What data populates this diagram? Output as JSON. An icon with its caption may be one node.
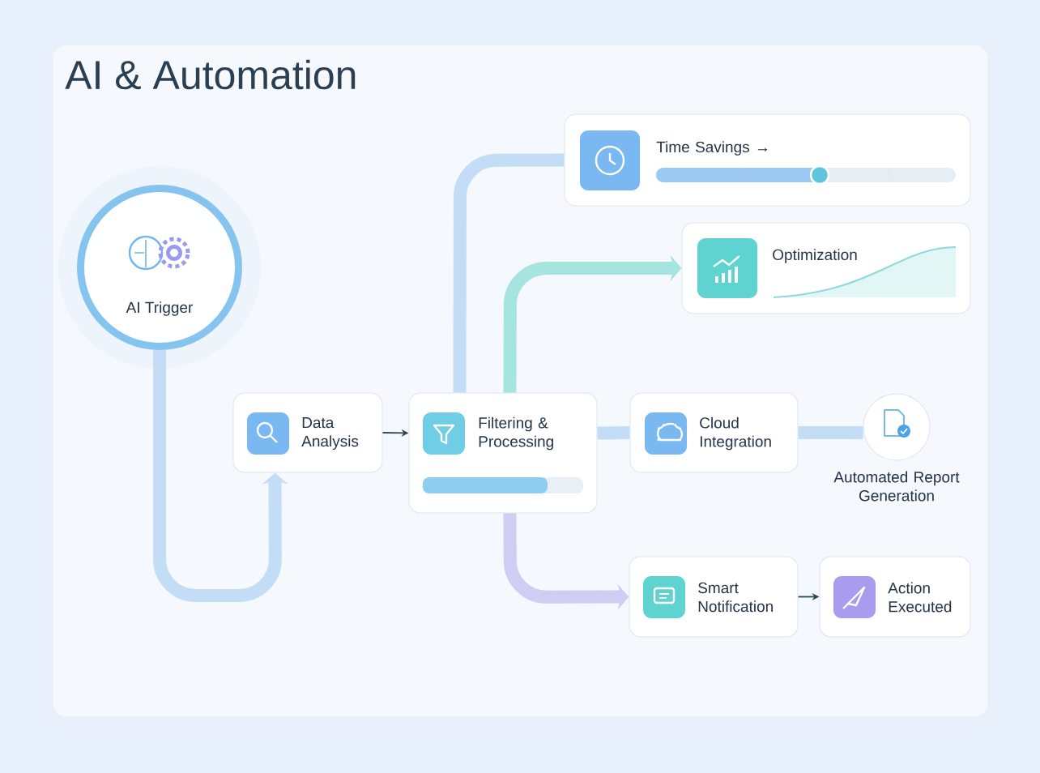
{
  "diagram": {
    "title": "AI & Automation",
    "nodes": [
      {
        "text": [
          "AI Trigger"
        ]
      },
      {
        "text": [
          "Data Analysis"
        ]
      },
      {
        "text": [
          "Filtering & Processing"
        ]
      },
      {
        "text": [
          "Time Savings →"
        ]
      },
      {
        "text": [
          "Optimization"
        ]
      },
      {
        "text": [
          "Cloud Integration"
        ]
      },
      {
        "text": [
          "Automated Report Generation"
        ]
      },
      {
        "text": [
          "Smart Notification"
        ]
      },
      {
        "text": [
          "Action Executed"
        ]
      }
    ],
    "edges": [
      {
        "from": 0,
        "to": 1,
        "arrow": "to"
      },
      {
        "from": 1,
        "to": 2,
        "arrow": "to",
        "color": "#2f4858"
      },
      {
        "from": 2,
        "to": 3,
        "arrow": "none"
      },
      {
        "from": 2,
        "to": 4,
        "arrow": "to",
        "color": "#a6e4e0"
      },
      {
        "from": 2,
        "to": 5,
        "arrow": "none"
      },
      {
        "from": 5,
        "to": 6,
        "arrow": "none"
      },
      {
        "from": 2,
        "to": 7,
        "arrow": "to",
        "color": "#cfcdf3"
      },
      {
        "from": 7,
        "to": 8,
        "arrow": "to",
        "color": "#2f4858"
      }
    ]
  }
}
